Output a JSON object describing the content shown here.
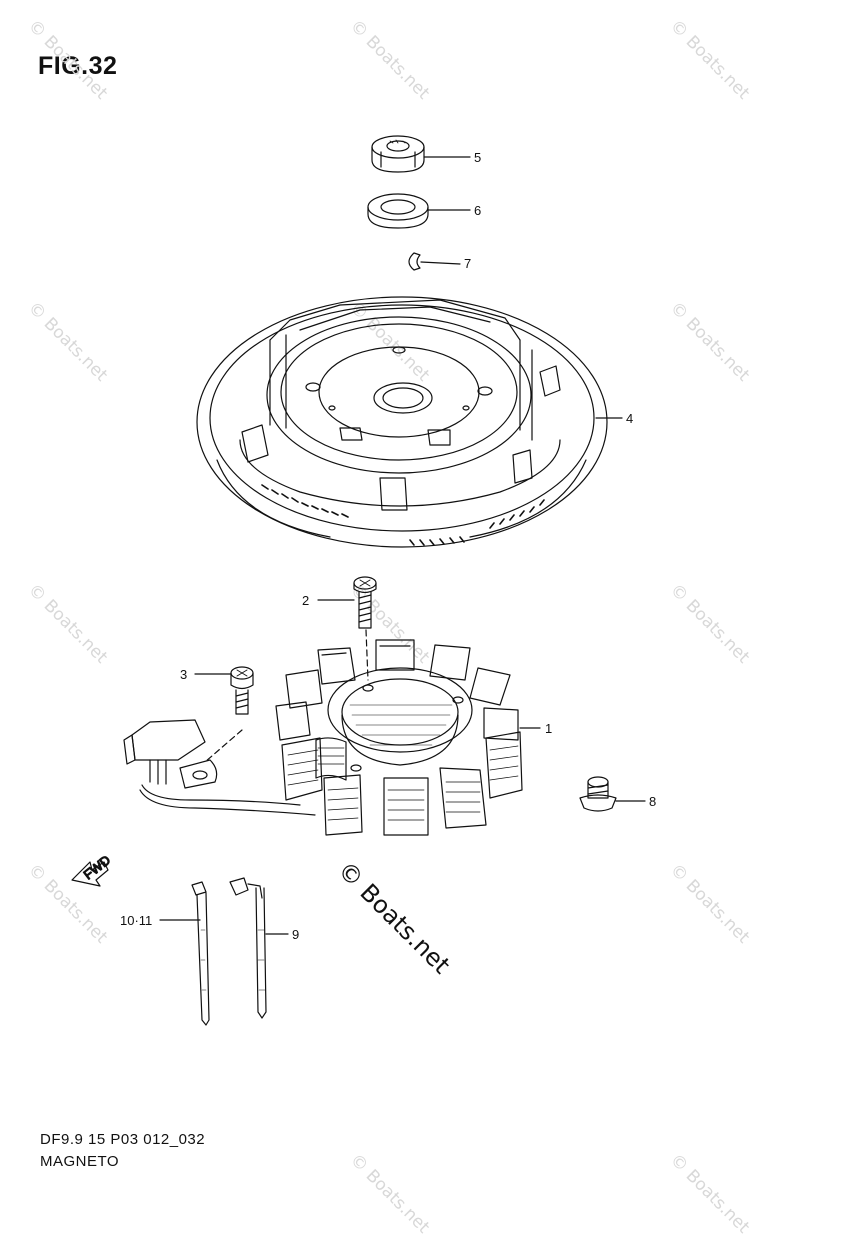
{
  "figure": {
    "title": "FIG.32",
    "code": "DF9.9 15 P03 012_032",
    "name": "MAGNETO"
  },
  "watermark": {
    "text": "© Boats.net"
  },
  "callouts": {
    "c1": "1",
    "c2": "2",
    "c3": "3",
    "c4": "4",
    "c5": "5",
    "c6": "6",
    "c7": "7",
    "c8": "8",
    "c9": "9",
    "c10": "10·11"
  },
  "direction_arrow": {
    "label": "FWD"
  }
}
